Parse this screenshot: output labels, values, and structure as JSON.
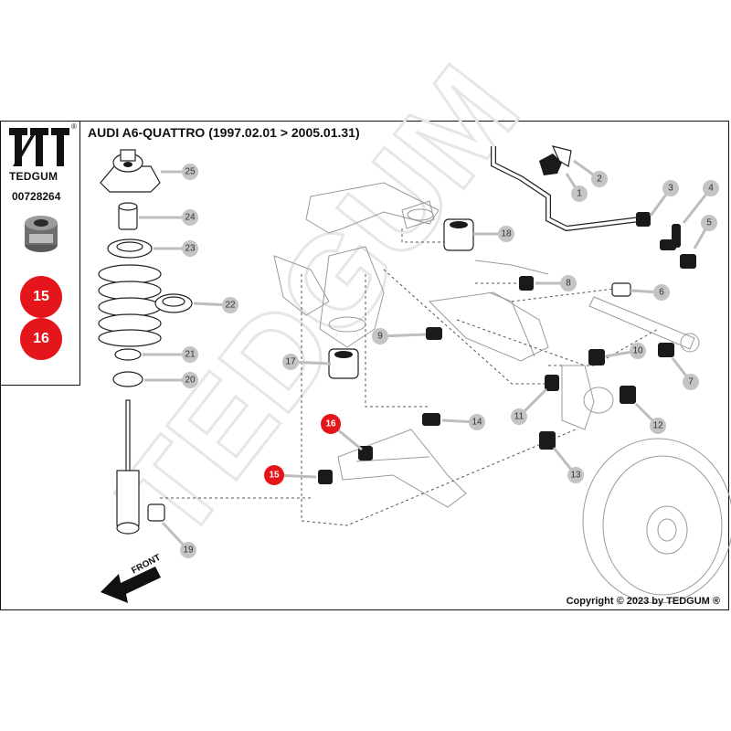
{
  "header": {
    "brand": "TEDGUM",
    "reg_mark": "®",
    "part_number": "00728264",
    "title": "AUDI A6-QUATTRO (1997.02.01 > 2005.01.31)"
  },
  "sidebar": {
    "badges": [
      "15",
      "16"
    ]
  },
  "diagram": {
    "watermark": "TEDGUM",
    "front_label": "FRONT",
    "callouts": [
      "1",
      "2",
      "3",
      "4",
      "5",
      "6",
      "7",
      "8",
      "9",
      "10",
      "11",
      "12",
      "13",
      "14",
      "17",
      "18",
      "19",
      "20",
      "21",
      "22",
      "23",
      "24",
      "25"
    ],
    "highlighted": [
      "15",
      "16"
    ]
  },
  "footer": {
    "copyright": "Copyright © 2023 by TEDGUM ®"
  },
  "colors": {
    "highlight": "#e5161b",
    "callout": "#c4c4c4"
  }
}
